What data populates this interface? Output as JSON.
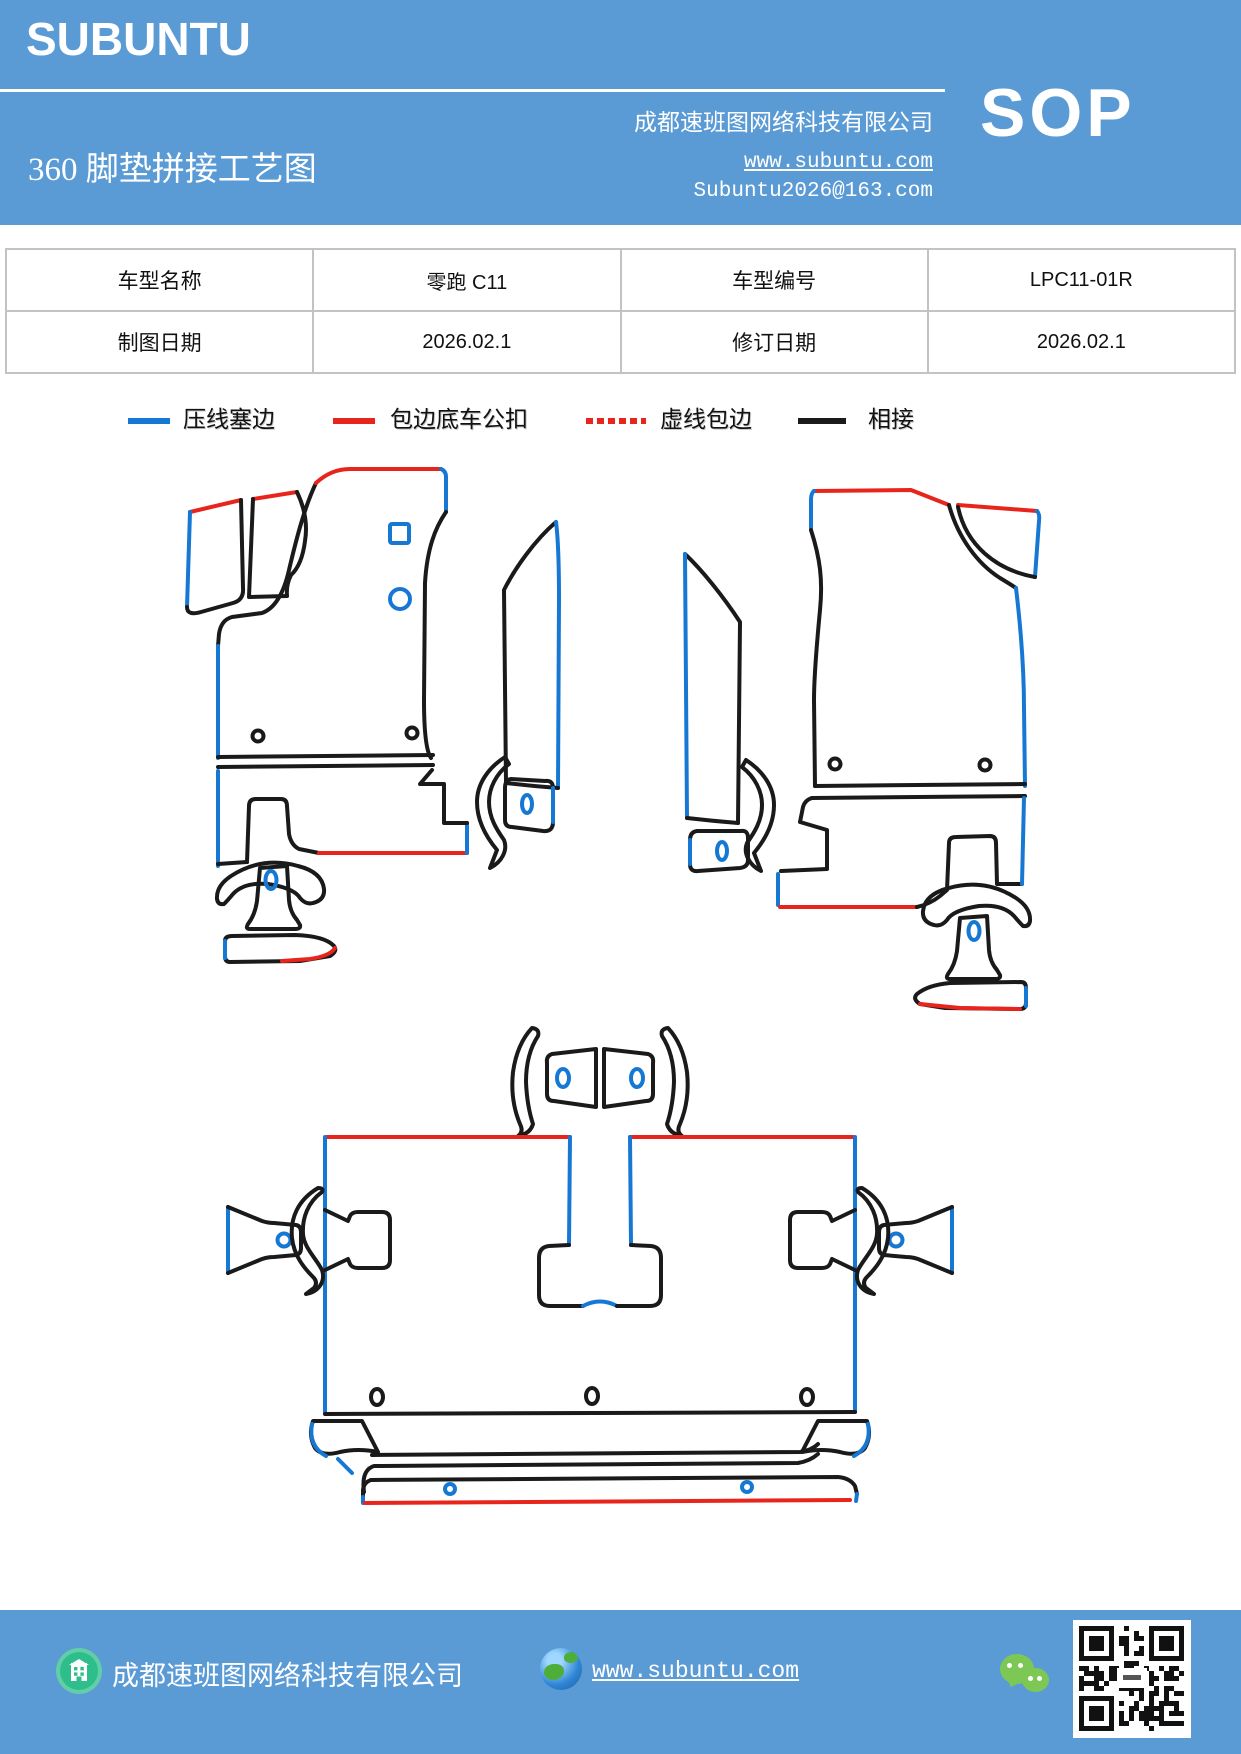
{
  "colors": {
    "header_bg": "#5B9BD5",
    "line_blue": "#1778D4",
    "line_red": "#E8251C",
    "line_black": "#1A1A1A",
    "table_border": "#C3C3C3",
    "icon_green": "#2EBE8C",
    "wechat_green": "#7DC855"
  },
  "header": {
    "logo": "SUBUNTU",
    "doc_type": "SOP",
    "company": "成都速班图网络科技有限公司",
    "title": "360 脚垫拼接工艺图",
    "website": "www.subuntu.com",
    "email": "Subuntu2026@163.com"
  },
  "table": {
    "rows": [
      {
        "cells": [
          "车型名称",
          "零跑 C11",
          "车型编号",
          "LPC11-01R"
        ]
      },
      {
        "cells": [
          "制图日期",
          "2026.02.1",
          "修订日期",
          "2026.02.1"
        ]
      }
    ]
  },
  "legend": {
    "items": [
      {
        "label": "压线塞边",
        "style": "solid",
        "color": "blue"
      },
      {
        "label": "包边底车公扣",
        "style": "solid",
        "color": "red"
      },
      {
        "label": "虚线包边",
        "style": "dashed",
        "color": "red"
      },
      {
        "label": "相接",
        "style": "solid",
        "color": "black"
      }
    ]
  },
  "diagram": {
    "panels": [
      "left-front-mat",
      "right-front-mat",
      "rear-row-mat"
    ]
  },
  "footer": {
    "company": "成都速班图网络科技有限公司",
    "website": "www.subuntu.com",
    "icons": [
      "building-icon",
      "globe-icon",
      "wechat-icon",
      "qr-code"
    ]
  }
}
